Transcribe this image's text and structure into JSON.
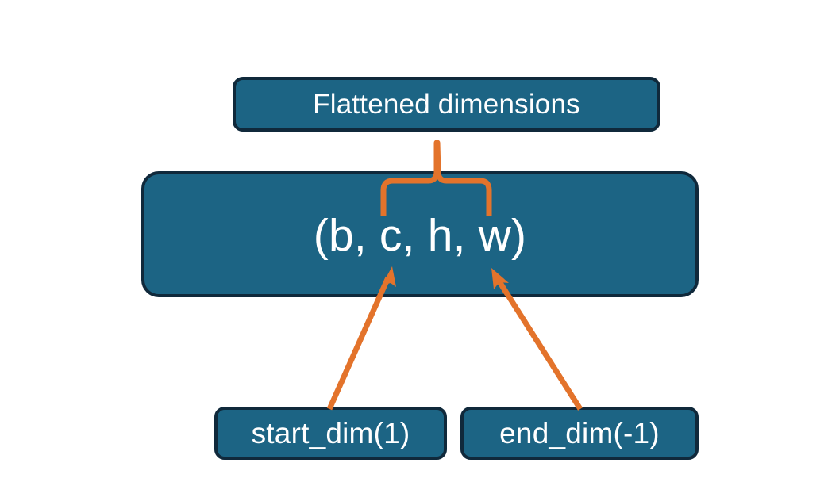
{
  "diagram": {
    "title_node": {
      "label": "Flattened dimensions"
    },
    "shape_node": {
      "label": "(b, c, h, w)"
    },
    "start_node": {
      "label": "start_dim(1)"
    },
    "end_node": {
      "label": "end_dim(-1)"
    },
    "connectors": {
      "brace_name": "upward-curly-brace",
      "left_arrow_name": "start-dim-arrow",
      "right_arrow_name": "end-dim-arrow"
    },
    "colors": {
      "node_fill": "#1C6484",
      "node_border": "#10293B",
      "node_text": "#FFFFFF",
      "accent_orange": "#E3732B",
      "background": "#FFFFFF"
    }
  }
}
